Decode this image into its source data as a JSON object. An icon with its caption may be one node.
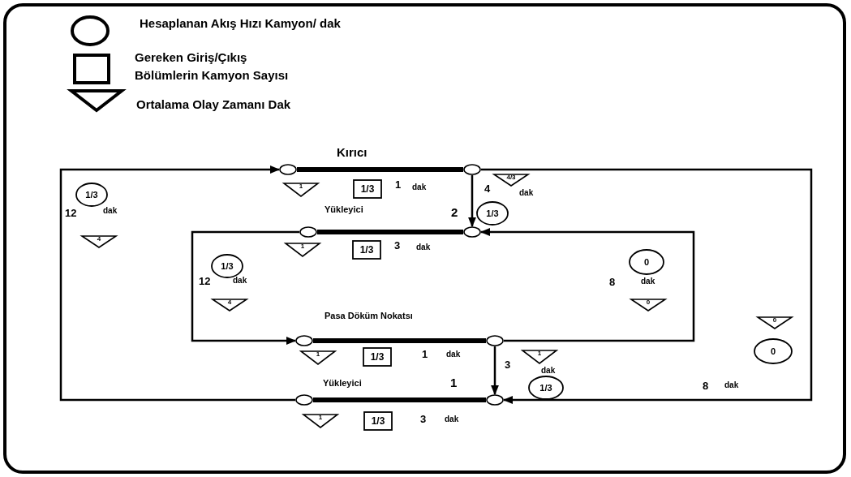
{
  "diagram": {
    "nodes": [
      {
        "text": [],
        "shape": "circle"
      },
      {
        "text": [],
        "shape": "circle"
      },
      {
        "text": [],
        "shape": "circle"
      },
      {
        "text": [],
        "shape": "circle"
      },
      {
        "text": [],
        "shape": "circle"
      },
      {
        "text": [],
        "shape": "circle"
      },
      {
        "text": [],
        "shape": "circle"
      },
      {
        "text": [],
        "shape": "circle"
      },
      {
        "text": [
          "4/3"
        ]
      },
      {
        "text": [
          "1"
        ]
      },
      {
        "text": [
          "1/3"
        ]
      },
      {
        "text": [
          "1/3"
        ]
      },
      {
        "text": [
          "1/3"
        ]
      },
      {
        "text": [
          "4"
        ]
      },
      {
        "text": [
          "1"
        ]
      },
      {
        "text": [
          "1/3"
        ]
      },
      {
        "text": [
          "1/3"
        ]
      },
      {
        "text": [
          "0"
        ]
      },
      {
        "text": [
          "4"
        ]
      },
      {
        "text": [
          "0"
        ]
      },
      {
        "text": [
          "0"
        ]
      },
      {
        "text": [
          "1"
        ]
      },
      {
        "text": [
          "1/3"
        ]
      },
      {
        "text": [
          "1"
        ]
      },
      {
        "text": [
          "0"
        ]
      },
      {
        "text": [
          "1/3"
        ]
      },
      {
        "text": [
          "1"
        ]
      },
      {
        "text": [
          "1/3"
        ]
      }
    ],
    "edges": [
      {
        "from": 0,
        "to": 1,
        "arrow": "none",
        "style": "thick"
      },
      {
        "from": 2,
        "to": 3,
        "arrow": "none",
        "style": "thick"
      },
      {
        "from": 4,
        "to": 5,
        "arrow": "none",
        "style": "thick"
      },
      {
        "from": 6,
        "to": 7,
        "arrow": "none",
        "style": "thick"
      },
      {
        "from": 1,
        "to": 3,
        "arrow": "to"
      },
      {
        "from": 1,
        "to": 7,
        "arrow": "to"
      },
      {
        "from": 5,
        "to": 3,
        "arrow": "to"
      },
      {
        "from": 5,
        "to": 7,
        "arrow": "to"
      },
      {
        "from": 6,
        "to": 0,
        "arrow": "to"
      },
      {
        "from": 2,
        "to": 4,
        "arrow": "to"
      }
    ],
    "labels": [
      "Kırıcı",
      "1",
      "dak",
      "4",
      "dak",
      "12",
      "dak",
      "Yükleyici",
      "2",
      "3",
      "dak",
      "12",
      "dak",
      "8",
      "dak",
      "Pasa Döküm Nokatsı",
      "1",
      "dak",
      "3",
      "dak",
      "Yükleyici",
      "1",
      "8",
      "dak",
      "3",
      "dak"
    ],
    "legend": [
      {
        "text": "Hesaplanan Akış Hızı Kamyon/ dak"
      },
      {
        "text": "Gereken Giriş/Çıkış Bölümlerin Kamyon Sayısı"
      },
      {
        "text": "Ortalama Olay Zamanı Dak"
      }
    ]
  }
}
